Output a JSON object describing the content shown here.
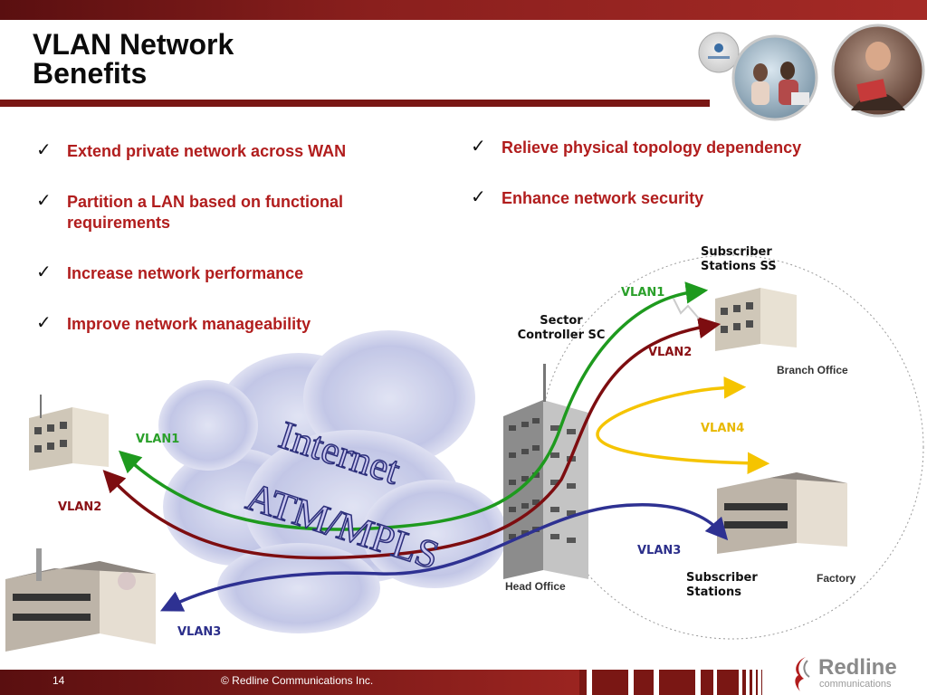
{
  "title": {
    "line1": "VLAN Network",
    "line2": "Benefits"
  },
  "left_bullets": [
    "Extend private network across WAN",
    "Partition a LAN based on functional requirements",
    "Increase network performance",
    "Improve network manageability"
  ],
  "right_bullets": [
    "Relieve physical topology dependency",
    "Enhance network security"
  ],
  "check_glyph": "✓",
  "diagram": {
    "labels": {
      "subscriber_ss": "Subscriber Stations SS",
      "sector_controller": "Sector Controller SC",
      "subscriber_stations": "Subscriber Stations",
      "internet": "Internet",
      "atm_mpls": "ATM/MPLS",
      "head_office": "Head Office",
      "branch_office": "Branch Office",
      "factory": "Factory",
      "vlan1_right": "VLAN1",
      "vlan2_right": "VLAN2",
      "vlan4_right": "VLAN4",
      "vlan3_right": "VLAN3",
      "vlan1_left": "VLAN1",
      "vlan2_left": "VLAN2",
      "vlan3_left": "VLAN3"
    },
    "colors": {
      "vlan1": "#1e9a1e",
      "vlan2": "#7d0d10",
      "vlan3": "#2e3192",
      "vlan4": "#f5c400"
    }
  },
  "footer": {
    "slide_number": "14",
    "copyright": "© Redline Communications Inc.",
    "logo_word": "Redline",
    "logo_sub": "communications"
  },
  "colors": {
    "accent": "#7a1714",
    "bullet_text": "#b11d1d"
  },
  "photos": {
    "badge_icon": "wimax-badge-icon"
  }
}
